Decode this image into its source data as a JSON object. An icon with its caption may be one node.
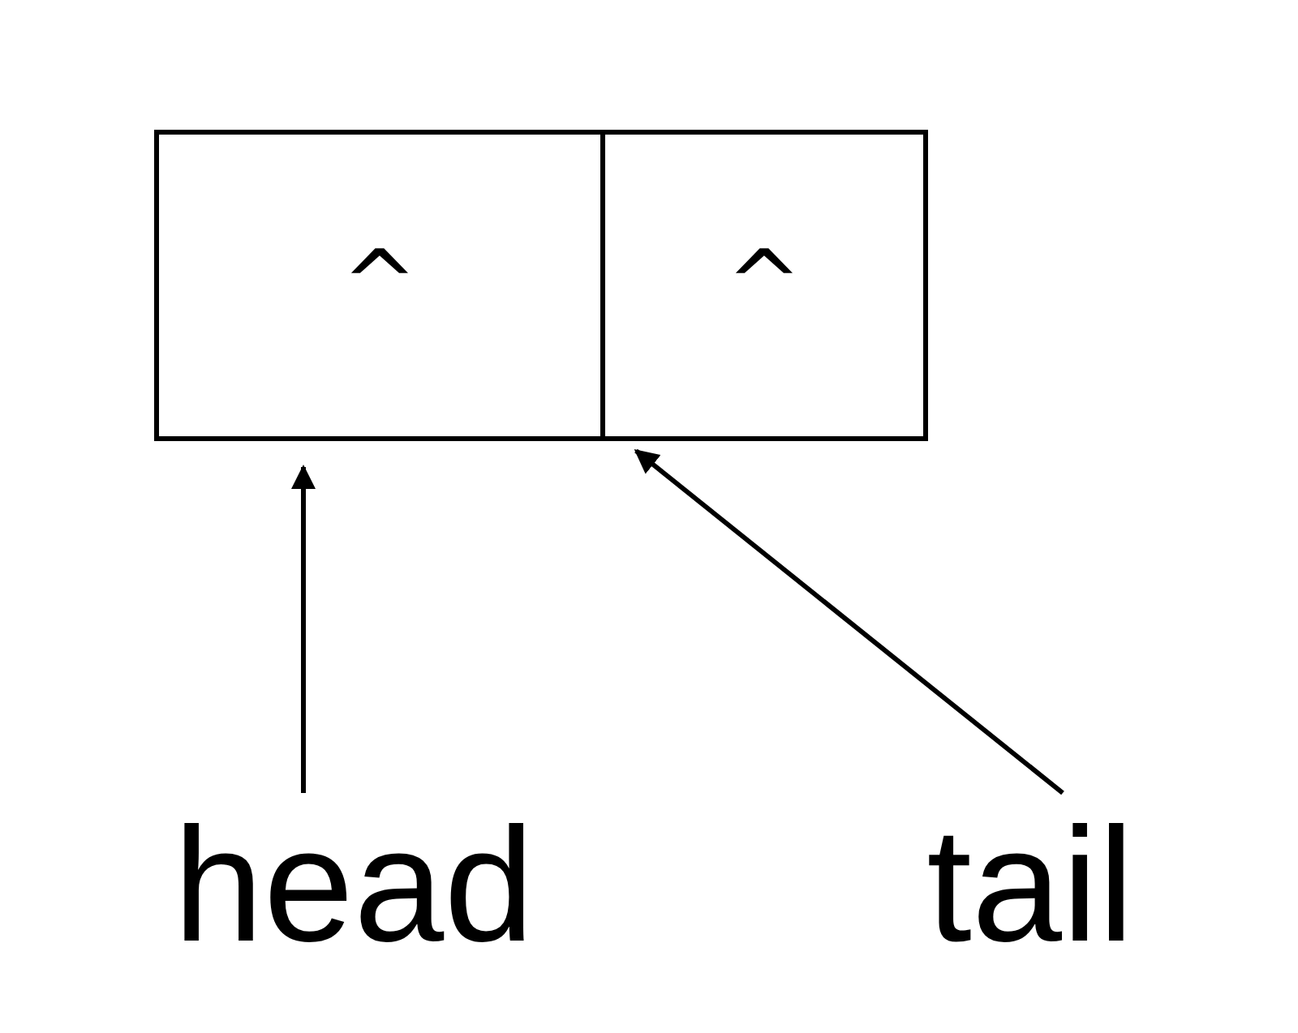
{
  "diagram": {
    "nodes": [
      {
        "text": [
          "^"
        ]
      },
      {
        "text": [
          "^"
        ]
      },
      {
        "text": [
          "head"
        ]
      },
      {
        "text": [
          "tail"
        ]
      }
    ],
    "edges": [
      {
        "from": 2,
        "to": 0,
        "arrow": "to"
      },
      {
        "from": 3,
        "to": 1,
        "arrow": "to"
      }
    ]
  }
}
